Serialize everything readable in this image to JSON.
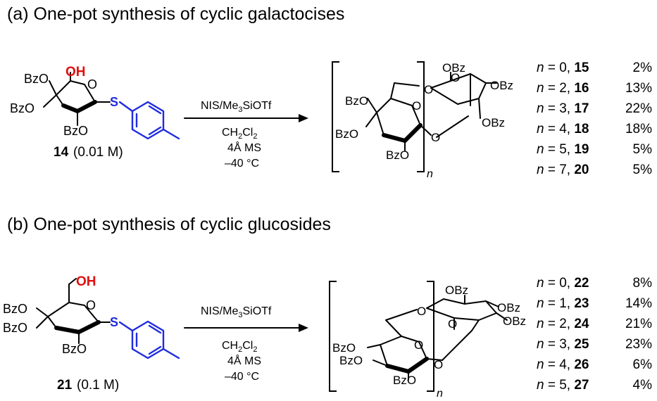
{
  "section_a": {
    "title": "(a) One-pot synthesis of cyclic galactocises",
    "reactant": {
      "groups": [
        "BzO",
        "OH",
        "BzO",
        "BzO",
        "O",
        "S"
      ],
      "label_num": "14",
      "label_conc": "(0.01 M)"
    },
    "reagents": {
      "line1": "NIS/Me",
      "line1_sub": "3",
      "line1_end": "SiOTf",
      "solvent": "CH",
      "solvent_sub1": "2",
      "solvent_mid": "Cl",
      "solvent_sub2": "2",
      "ms": "4Å MS",
      "temp": "–40 °C"
    },
    "product": {
      "groups": [
        "OBz",
        "OBz",
        "OBz",
        "BzO",
        "BzO",
        "BzO",
        "O",
        "O",
        "O",
        "O"
      ],
      "subscript": "n"
    },
    "yields": [
      {
        "n": "n",
        "eq": " = 0, ",
        "cmpd": "15",
        "pct": "2%"
      },
      {
        "n": "n",
        "eq": " = 2, ",
        "cmpd": "16",
        "pct": "13%"
      },
      {
        "n": "n",
        "eq": " = 3, ",
        "cmpd": "17",
        "pct": "22%"
      },
      {
        "n": "n",
        "eq": " = 4, ",
        "cmpd": "18",
        "pct": "18%"
      },
      {
        "n": "n",
        "eq": " = 5, ",
        "cmpd": "19",
        "pct": "5%"
      },
      {
        "n": "n",
        "eq": " = 7, ",
        "cmpd": "20",
        "pct": "5%"
      }
    ]
  },
  "section_b": {
    "title": "(b) One-pot synthesis of cyclic glucosides",
    "reactant": {
      "groups": [
        "OH",
        "BzO",
        "BzO",
        "BzO",
        "O",
        "S"
      ],
      "label_num": "21",
      "label_conc": "(0.1 M)"
    },
    "reagents": {
      "line1": "NIS/Me",
      "line1_sub": "3",
      "line1_end": "SiOTf",
      "solvent": "CH",
      "solvent_sub1": "2",
      "solvent_mid": "Cl",
      "solvent_sub2": "2",
      "ms": "4Å MS",
      "temp": "–40 °C"
    },
    "product": {
      "groups": [
        "OBz",
        "OBz",
        "OBz",
        "BzO",
        "BzO",
        "BzO",
        "O",
        "O",
        "O",
        "O"
      ],
      "subscript": "n"
    },
    "yields": [
      {
        "n": "n",
        "eq": " = 0, ",
        "cmpd": "22",
        "pct": "8%"
      },
      {
        "n": "n",
        "eq": " = 1, ",
        "cmpd": "23",
        "pct": "14%"
      },
      {
        "n": "n",
        "eq": " = 2, ",
        "cmpd": "24",
        "pct": "21%"
      },
      {
        "n": "n",
        "eq": " = 3, ",
        "cmpd": "25",
        "pct": "23%"
      },
      {
        "n": "n",
        "eq": " = 4, ",
        "cmpd": "26",
        "pct": "6%"
      },
      {
        "n": "n",
        "eq": " = 5, ",
        "cmpd": "27",
        "pct": "4%"
      }
    ]
  },
  "colors": {
    "heteroatom_red": "#e01010",
    "sulfur_blue": "#1f2be0",
    "tolyl_blue": "#1f2be0"
  }
}
